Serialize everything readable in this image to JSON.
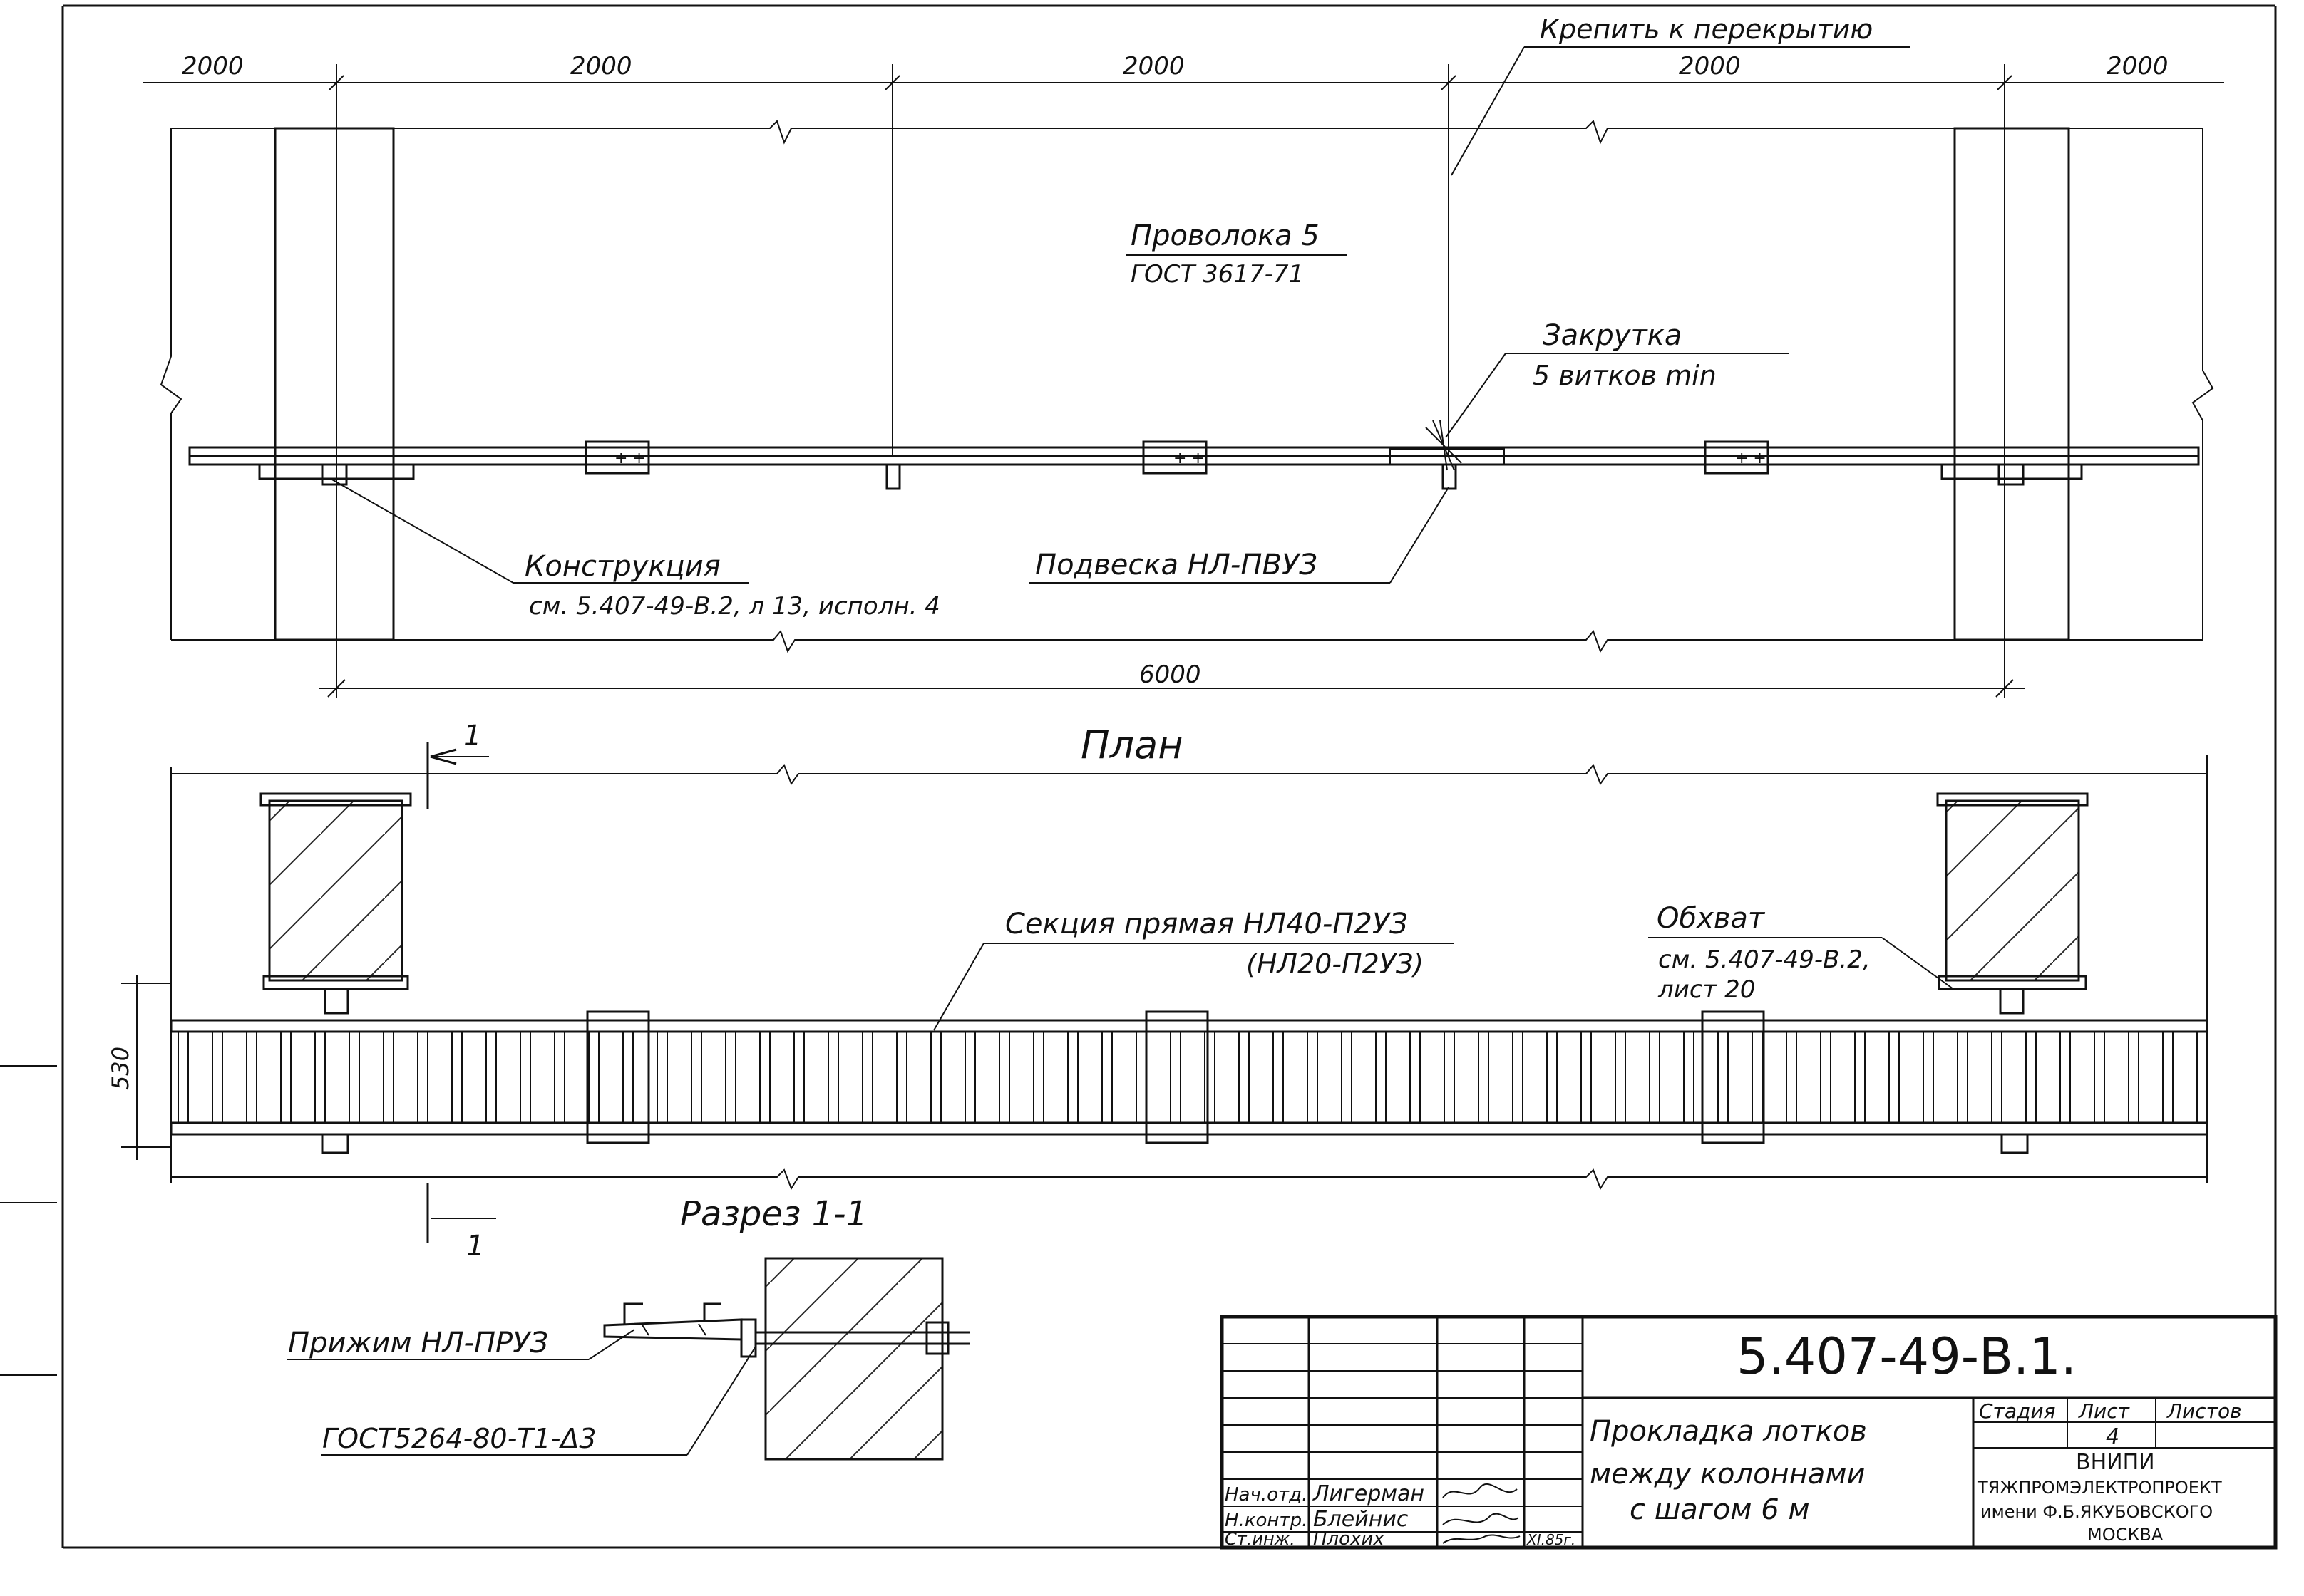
{
  "drawing": {
    "plan_label": "План",
    "section_label": "Разрез 1-1",
    "section_mark": "1"
  },
  "plan": {
    "dimensions_top": [
      "2000",
      "2000",
      "2000",
      "2000",
      "2000"
    ],
    "dimension_span": "6000",
    "callouts": {
      "attach": "Крепить к перекрытию",
      "wire_line1": "Проволока 5",
      "wire_line2": "ГОСТ 3617-71",
      "twist_line1": "Закрутка",
      "twist_line2": "5 витков min",
      "construction_line1": "Конструкция",
      "construction_line2": "см. 5.407-49-В.2, л 13, исполн. 4",
      "hanger": "Подвеска НЛ-ПВУЗ"
    }
  },
  "elevation": {
    "height_dim": "530",
    "callouts": {
      "section_line1": "Секция прямая НЛ40-П2УЗ",
      "section_line2": "(НЛ20-П2УЗ)",
      "clamp_line1": "Обхват",
      "clamp_line2": "см. 5.407-49-В.2,",
      "clamp_line3": "лист 20"
    }
  },
  "section": {
    "press": "Прижим НЛ-ПРУЗ",
    "weld": "ГОСТ5264-80-Т1-Δ3"
  },
  "title_block": {
    "code": "5.407-49-В.1.",
    "title_line1": "Прокладка лотков",
    "title_line2": "между колоннами",
    "title_line3": "с шагом 6 м",
    "stage_header": "Стадия",
    "sheet_header": "Лист",
    "sheets_header": "Листов",
    "sheet_number": "4",
    "org_line1": "ВНИПИ",
    "org_line2": "ТЯЖПРОМЭЛЕКТРОПРОЕКТ",
    "org_line3": "имени Ф.Б.ЯКУБОВСКОГО",
    "org_line4": "МОСКВА",
    "signatures": [
      {
        "role": "Нач.отд.",
        "name": "Лигерман"
      },
      {
        "role": "Н.контр.",
        "name": "Блейнис"
      },
      {
        "role": "Ст.инж.",
        "name": "Плохих",
        "date": "XI.85г."
      }
    ]
  }
}
